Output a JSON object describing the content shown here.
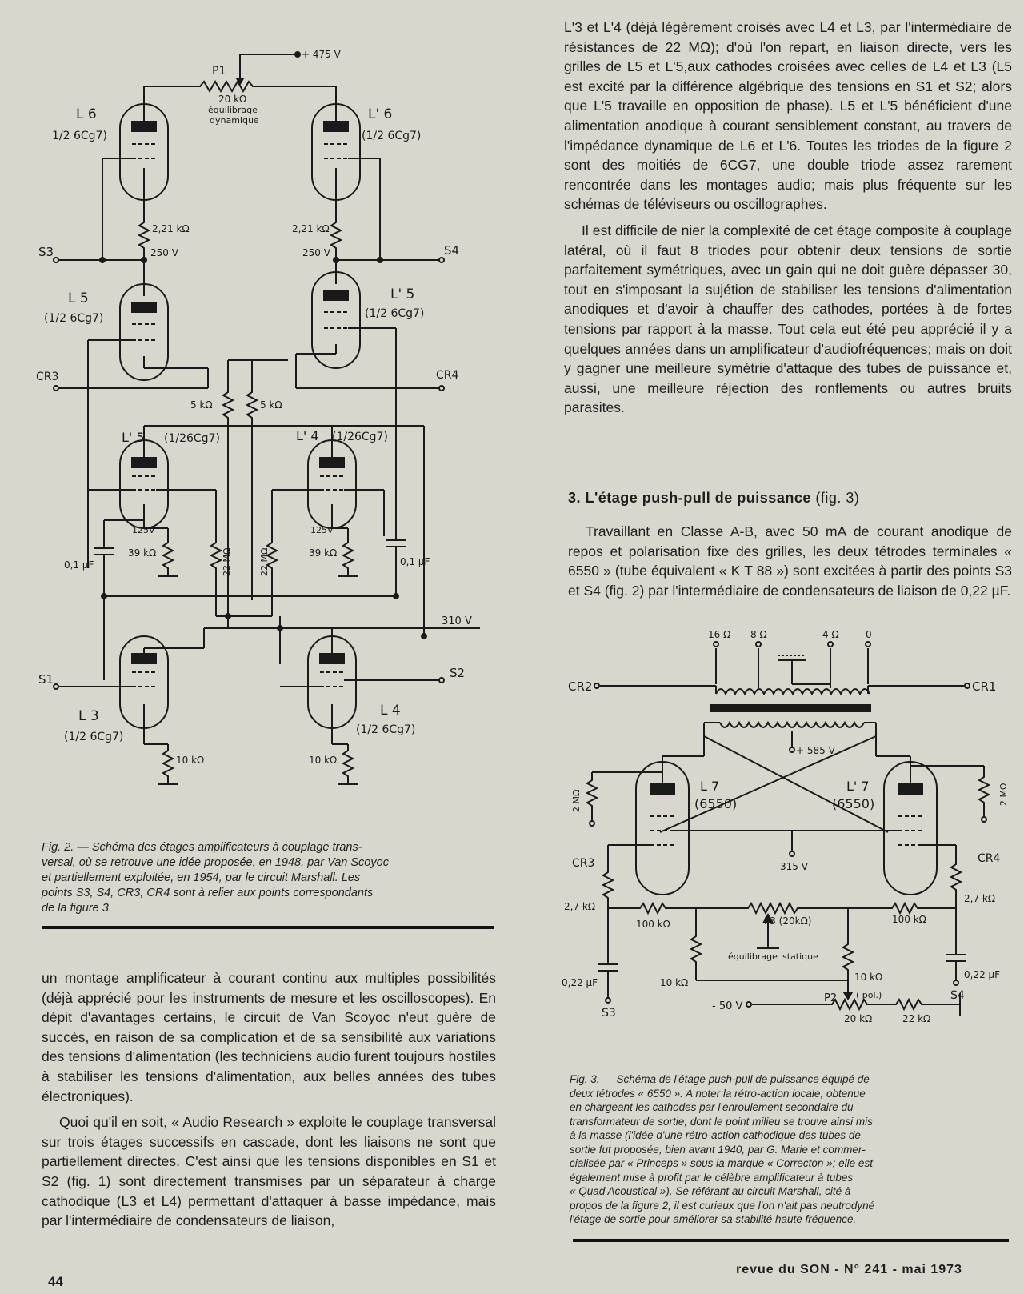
{
  "fig2": {
    "labels": {
      "plus475": "+ 475 V",
      "p1": "P1",
      "p1_value": "20 kΩ",
      "p1_desc1": "équilibrage",
      "p1_desc2": "dynamique",
      "l6": "L 6",
      "l6_type": "1/2 6Cg7)",
      "l6p": "L' 6",
      "l6p_type": "(1/2 6Cg7)",
      "r221_left": "2,21 kΩ",
      "r221_right": "2,21 kΩ",
      "v250_left": "250 V",
      "v250_right": "250 V",
      "s3": "S3",
      "s4": "S4",
      "l5": "L 5",
      "l5_type": "(1/2 6Cg7)",
      "l5p": "L' 5",
      "l5p_type": "(1/2 6Cg7)",
      "cr3": "CR3",
      "cr4": "CR4",
      "r5k_left": "5 kΩ",
      "r5k_right": "5 kΩ",
      "l5p_lower": "L' 5",
      "l5p_lower_type": "(1/26Cg7)",
      "l4p": "L' 4",
      "l4p_type": "(1/26Cg7)",
      "v125_left": "125V",
      "v125_right": "125V",
      "r39k_left": "39 kΩ",
      "r39k_right": "39 kΩ",
      "r22m_left": "22 MΩ",
      "r22m_right": "22 MΩ",
      "c01_left": "0,1 µF",
      "c01_right": "0,1 µF",
      "v310": "310 V",
      "s1": "S1",
      "s2": "S2",
      "l3": "L 3",
      "l3_type": "(1/2 6Cg7)",
      "l4": "L 4",
      "l4_type": "(1/2 6Cg7)",
      "r10k_left": "10 kΩ",
      "r10k_right": "10 kΩ"
    },
    "caption_lines": [
      "Fig. 2. — Schéma des étages amplificateurs à couplage trans-",
      "versal, où se retrouve une idée proposée, en 1948, par Van Scoyoc",
      "et partiellement exploitée, en 1954, par le circuit Marshall. Les",
      "points S3, S4, CR3, CR4 sont à relier aux points correspondants",
      "de la figure 3."
    ]
  },
  "fig3": {
    "labels": {
      "t16": "16 Ω",
      "t8": "8 Ω",
      "t4": "4 Ω",
      "t0": "0",
      "cr2": "CR2",
      "cr1": "CR1",
      "v585": "+ 585 V",
      "l7": "L 7",
      "l7_type": "(6550)",
      "l7p": "L' 7",
      "l7p_type": "(6550)",
      "r2m_left": "2 MΩ",
      "r2m_right": "2 MΩ",
      "cr3": "CR3",
      "cr4": "CR4",
      "v315": "315 V",
      "r27_left": "2,7 kΩ",
      "r27_right": "2,7 kΩ",
      "r100_left": "100 kΩ",
      "r100_right": "100 kΩ",
      "p3": "P3 (20kΩ)",
      "eq1": "équilibrage",
      "eq2": "statique",
      "c022_left": "0,22 µF",
      "c022_right": "0,22 µF",
      "r10k_left": "10 kΩ",
      "r10k_right": "10 kΩ",
      "s3": "S3",
      "s4": "S4",
      "p2": "P2",
      "pol": "( pol.)",
      "minus50": "- 50 V",
      "r20k": "20 kΩ",
      "r22k": "22 kΩ"
    },
    "caption_lines": [
      "Fig. 3. — Schéma de l'étage push-pull de puissance équipé de",
      "deux tétrodes « 6550 ». A noter la rétro-action locale, obtenue",
      "en chargeant les cathodes par l'enroulement secondaire du",
      "transformateur de sortie, dont le point milieu se trouve ainsi mis",
      "à la masse (l'idée d'une rétro-action cathodique des tubes de",
      "sortie fut proposée, bien avant 1940, par G. Marie et commer-",
      "cialisée par « Princeps » sous la marque « Correcton »; elle est",
      "également mise à profit par le célèbre amplificateur à tubes",
      "« Quad Acoustical »). Se référant au circuit Marshall, cité à",
      "propos de la figure 2, il est curieux que l'on n'ait pas neutrodyné",
      "l'étage de sortie pour améliorer sa stabilité haute fréquence."
    ]
  },
  "left_text": {
    "p1": "un montage amplificateur à courant continu aux multiples possibilités (déjà apprécié pour les instruments de mesure et les oscilloscopes). En dépit d'avantages certains, le circuit de Van Scoyoc n'eut guère de succès, en raison de sa complication et de sa sensibilité aux variations des tensions d'alimentation (les techniciens audio furent toujours hostiles à stabiliser les tensions d'alimentation, aux belles années des tubes électroniques).",
    "p2": "Quoi qu'il en soit, « Audio Research » exploite le couplage transversal sur trois étages successifs en cascade, dont les liaisons ne sont que partiellement directes. C'est ainsi que les tensions disponibles en S1 et S2 (fig. 1) sont directement transmises par un séparateur à charge cathodique (L3 et L4) permettant d'attaquer à basse impédance, mais par l'intermédiaire de condensateurs de liaison,"
  },
  "right_text": {
    "p1": "L'3 et L'4 (déjà légèrement croisés avec L4 et L3, par l'intermédiaire de résistances de 22 MΩ); d'où l'on repart, en liaison directe, vers les grilles de L5 et L'5,aux cathodes croisées avec celles de L4 et L3 (L5 est excité par la différence algébrique des tensions en S1 et S2; alors que L'5 travaille en opposition de phase). L5 et L'5 bénéficient d'une alimentation anodique à courant sensiblement constant, au travers de l'impédance dynamique de L6 et L'6. Toutes les triodes de la figure 2 sont des moitiés de 6CG7, une double triode assez rarement rencontrée dans les montages audio; mais plus fréquente sur les schémas de téléviseurs ou oscillographes.",
    "p2": "Il est difficile de nier la complexité de cet étage composite à couplage latéral, où il faut 8 triodes pour obtenir deux tensions de sortie parfaitement symétriques, avec un gain qui ne doit guère dépasser 30, tout en s'imposant la sujétion de stabiliser les tensions d'alimentation anodiques et d'avoir à chauffer des cathodes, portées à de fortes tensions par rapport à la masse. Tout cela eut été peu apprécié il y a quelques années dans un amplificateur d'audiofréquences; mais on doit y gagner une meilleure symétrie d'attaque des tubes de puissance et, aussi, une meilleure réjection des ronflements ou autres bruits parasites.",
    "heading": "3. L'étage push-pull de puissance",
    "heading_fig": "(fig. 3)",
    "p3": "Travaillant en Classe A-B, avec 50 mA de courant anodique de repos et polarisation fixe des grilles, les deux tétrodes terminales « 6550 » (tube équivalent « K T 88 ») sont excitées à partir des points S3 et S4 (fig. 2) par l'intermédiaire de condensateurs de liaison de 0,22 µF."
  },
  "page_number": "44",
  "footer": "revue du SON - N° 241 - mai 1973"
}
